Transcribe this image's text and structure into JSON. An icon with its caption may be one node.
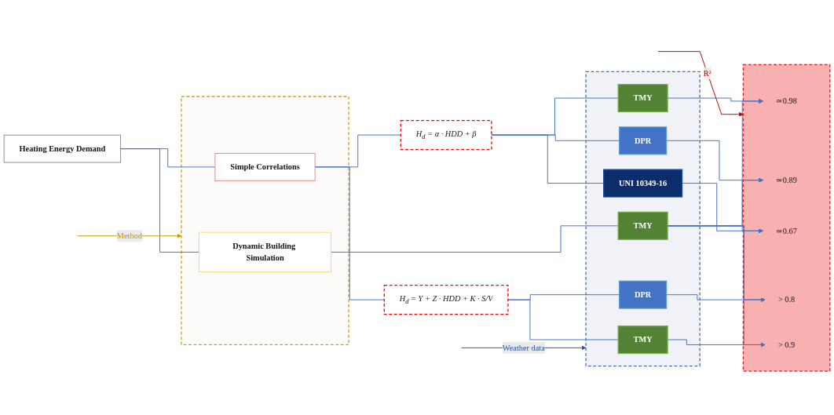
{
  "diagram": {
    "nodes": [
      {
        "text": [
          "Heating Energy Demand"
        ]
      },
      {
        "text": [],
        "shape": "box"
      },
      {
        "text": [
          "Simple Correlations"
        ],
        "in": 1
      },
      {
        "text": [
          "Dynamic Building Simulation"
        ],
        "in": 1
      },
      {
        "text": [
          "H$_{d}$ = Y + Z · HDD + K · S/V"
        ]
      },
      {
        "text": [
          "H$_{d}$ = α · HDD + β"
        ]
      },
      {
        "text": [],
        "shape": "box"
      },
      {
        "text": [
          "TMY"
        ],
        "in": 6
      },
      {
        "text": [
          "DPR"
        ],
        "in": 6
      },
      {
        "text": [
          "UNI 10349-16"
        ],
        "in": 6
      },
      {
        "text": [
          "DPR"
        ],
        "in": 6
      },
      {
        "text": [
          "TMY"
        ],
        "in": 6
      },
      {
        "text": [
          "TMY"
        ],
        "in": 6
      },
      {
        "text": [],
        "shape": "box"
      },
      {
        "text": [
          "≃0.98"
        ],
        "in": 13
      },
      {
        "text": [
          "≃0.89"
        ],
        "in": 13
      },
      {
        "text": [
          "≃0.67"
        ],
        "in": 13
      },
      {
        "text": [
          "> 0.8"
        ],
        "in": 13
      },
      {
        "text": [
          "> 0.9"
        ],
        "in": 13
      }
    ],
    "edges": [
      {
        "from": 0,
        "to": 2,
        "arrow": "none"
      },
      {
        "from": 0,
        "to": 3,
        "arrow": "none"
      },
      {
        "from": 2,
        "to": 4,
        "arrow": "none"
      },
      {
        "from": 2,
        "to": 5,
        "arrow": "none"
      },
      {
        "from": 4,
        "to": 7,
        "arrow": "none"
      },
      {
        "from": 4,
        "to": 8,
        "arrow": "none"
      },
      {
        "from": 5,
        "to": 9,
        "arrow": "none"
      },
      {
        "from": 5,
        "to": 10,
        "arrow": "none"
      },
      {
        "from": 5,
        "to": 11,
        "arrow": "none"
      },
      {
        "from": 3,
        "to": 12,
        "arrow": "none"
      },
      {
        "from": 7,
        "to": 18,
        "arrow": "to"
      },
      {
        "from": 8,
        "to": 17,
        "arrow": "to"
      },
      {
        "from": 9,
        "to": 16,
        "arrow": "to"
      },
      {
        "from": 10,
        "to": 15,
        "arrow": "to"
      },
      {
        "from": 11,
        "to": 14,
        "arrow": "to"
      },
      {
        "from": 12,
        "to": 14,
        "arrow": "to"
      },
      {
        "from": 12,
        "to": 15,
        "arrow": "to"
      },
      {
        "from": 12,
        "to": 16,
        "arrow": "to"
      },
      {
        "from": 12,
        "to": 17,
        "arrow": "to"
      },
      {
        "from": 12,
        "to": 18,
        "arrow": "to"
      },
      {
        "from": null,
        "to": 1,
        "arrow": "to",
        "label": "Method",
        "color": "#c49a00"
      },
      {
        "from": null,
        "to": 6,
        "arrow": "to",
        "label": "Weather data",
        "color": "#2f5597"
      },
      {
        "from": null,
        "to": 13,
        "arrow": "to",
        "label": "R²",
        "color": "#c00000"
      }
    ]
  }
}
